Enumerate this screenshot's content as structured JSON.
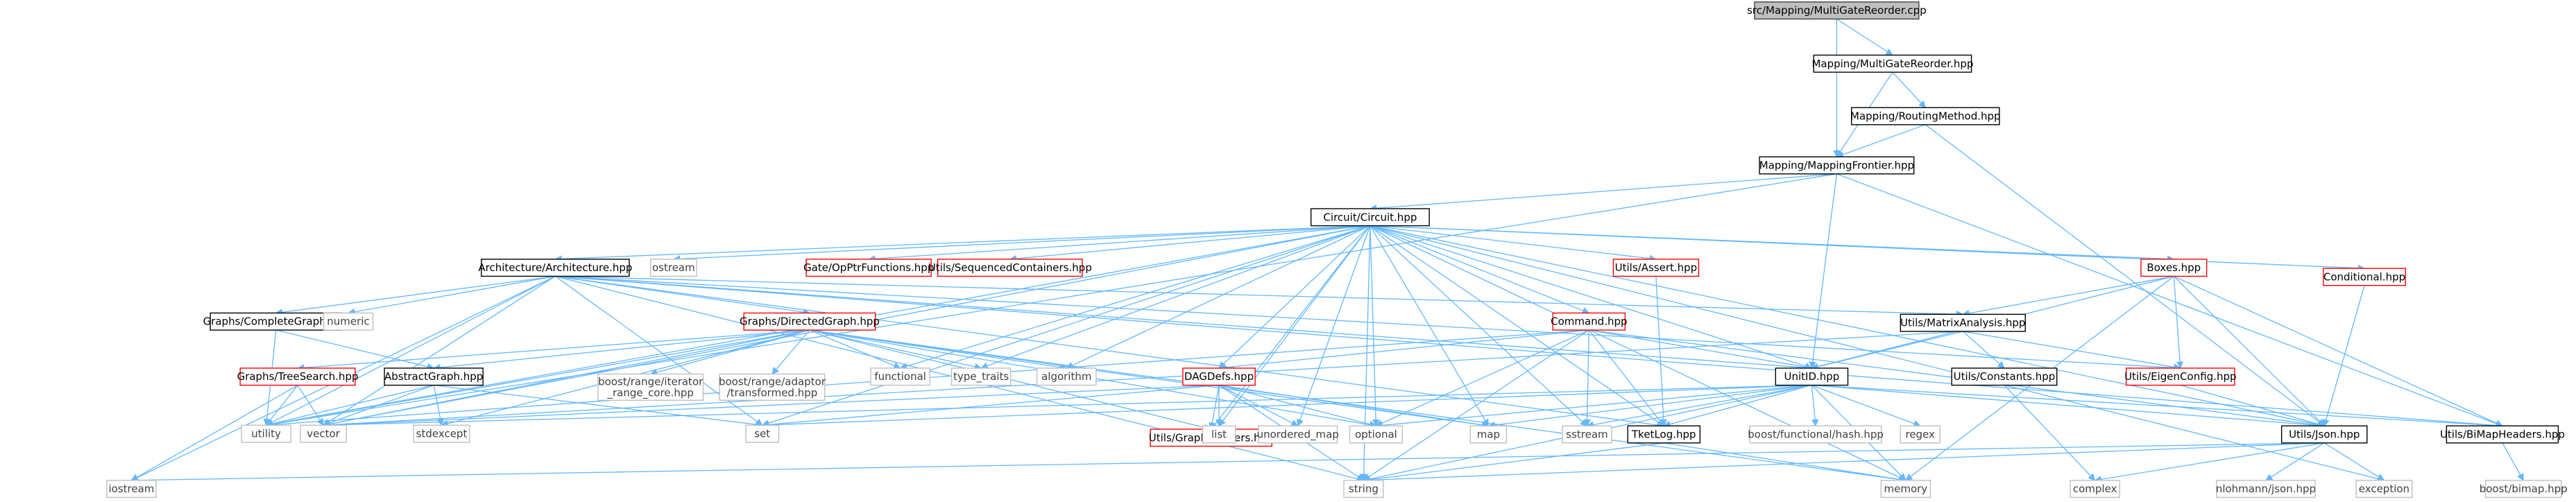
{
  "colors": {
    "edge": "#63b8ff",
    "root_fill": "#bfbfbf",
    "root_border": "#404040",
    "documented_border": "#000000",
    "undocumented_border": "#ff0000",
    "external_border": "#bfbfbf",
    "external_text": "#404040"
  },
  "nodes": [
    {
      "id": "n_root",
      "label": "src/Mapping/MultiGateReorder.cpp",
      "kind": "root"
    },
    {
      "id": "n_mgr",
      "label": "Mapping/MultiGateReorder.hpp",
      "kind": "documented"
    },
    {
      "id": "n_rm",
      "label": "Mapping/RoutingMethod.hpp",
      "kind": "documented"
    },
    {
      "id": "n_mf",
      "label": "Mapping/MappingFrontier.hpp",
      "kind": "documented"
    },
    {
      "id": "n_circ",
      "label": "Circuit/Circuit.hpp",
      "kind": "documented"
    },
    {
      "id": "n_arch",
      "label": "Architecture/Architecture.hpp",
      "kind": "documented"
    },
    {
      "id": "n_ostream",
      "label": "ostream",
      "kind": "external"
    },
    {
      "id": "n_opptr",
      "label": "Gate/OpPtrFunctions.hpp",
      "kind": "undocumented"
    },
    {
      "id": "n_seqc",
      "label": "Utils/SequencedContainers.hpp",
      "kind": "undocumented"
    },
    {
      "id": "n_assert",
      "label": "Utils/Assert.hpp",
      "kind": "undocumented"
    },
    {
      "id": "n_boxes",
      "label": "Boxes.hpp",
      "kind": "undocumented"
    },
    {
      "id": "n_cond",
      "label": "Conditional.hpp",
      "kind": "undocumented"
    },
    {
      "id": "n_cg",
      "label": "Graphs/CompleteGraph.hpp",
      "kind": "documented"
    },
    {
      "id": "n_numeric",
      "label": "numeric",
      "kind": "external"
    },
    {
      "id": "n_dg",
      "label": "Graphs/DirectedGraph.hpp",
      "kind": "undocumented"
    },
    {
      "id": "n_cmd",
      "label": "Command.hpp",
      "kind": "undocumented"
    },
    {
      "id": "n_ma",
      "label": "Utils/MatrixAnalysis.hpp",
      "kind": "documented"
    },
    {
      "id": "n_ts",
      "label": "Graphs/TreeSearch.hpp",
      "kind": "undocumented"
    },
    {
      "id": "n_ag",
      "label": "AbstractGraph.hpp",
      "kind": "documented"
    },
    {
      "id": "n_brirc",
      "label": "boost/range/iterator\n_range_core.hpp",
      "kind": "external"
    },
    {
      "id": "n_bra",
      "label": "boost/range/adaptor\n/transformed.hpp",
      "kind": "external"
    },
    {
      "id": "n_functional",
      "label": "functional",
      "kind": "external"
    },
    {
      "id": "n_tt",
      "label": "type_traits",
      "kind": "external"
    },
    {
      "id": "n_algorithm",
      "label": "algorithm",
      "kind": "external"
    },
    {
      "id": "n_dag",
      "label": "DAGDefs.hpp",
      "kind": "undocumented"
    },
    {
      "id": "n_unitid",
      "label": "UnitID.hpp",
      "kind": "documented"
    },
    {
      "id": "n_const",
      "label": "Utils/Constants.hpp",
      "kind": "documented"
    },
    {
      "id": "n_eigen",
      "label": "Utils/EigenConfig.hpp",
      "kind": "undocumented"
    },
    {
      "id": "n_utility",
      "label": "utility",
      "kind": "external"
    },
    {
      "id": "n_vector",
      "label": "vector",
      "kind": "external"
    },
    {
      "id": "n_stdexcept",
      "label": "stdexcept",
      "kind": "external"
    },
    {
      "id": "n_set",
      "label": "set",
      "kind": "external"
    },
    {
      "id": "n_gh",
      "label": "Utils/GraphHeaders.hpp",
      "kind": "undocumented"
    },
    {
      "id": "n_list",
      "label": "list",
      "kind": "external"
    },
    {
      "id": "n_umap",
      "label": "unordered_map",
      "kind": "external"
    },
    {
      "id": "n_optional",
      "label": "optional",
      "kind": "external"
    },
    {
      "id": "n_map",
      "label": "map",
      "kind": "external"
    },
    {
      "id": "n_sstream",
      "label": "sstream",
      "kind": "external"
    },
    {
      "id": "n_tketlog",
      "label": "TketLog.hpp",
      "kind": "documented"
    },
    {
      "id": "n_bfh",
      "label": "boost/functional/hash.hpp",
      "kind": "external"
    },
    {
      "id": "n_regex",
      "label": "regex",
      "kind": "external"
    },
    {
      "id": "n_json",
      "label": "Utils/Json.hpp",
      "kind": "documented"
    },
    {
      "id": "n_bimaph",
      "label": "Utils/BiMapHeaders.hpp",
      "kind": "documented"
    },
    {
      "id": "n_iostream",
      "label": "iostream",
      "kind": "external"
    },
    {
      "id": "n_string",
      "label": "string",
      "kind": "external"
    },
    {
      "id": "n_memory",
      "label": "memory",
      "kind": "external"
    },
    {
      "id": "n_complex",
      "label": "complex",
      "kind": "external"
    },
    {
      "id": "n_nlohmann",
      "label": "nlohmann/json.hpp",
      "kind": "external"
    },
    {
      "id": "n_exception",
      "label": "exception",
      "kind": "external"
    },
    {
      "id": "n_bbimap",
      "label": "boost/bimap.hpp",
      "kind": "external"
    }
  ],
  "edges": [
    [
      "n_root",
      "n_mgr"
    ],
    [
      "n_root",
      "n_mf"
    ],
    [
      "n_mgr",
      "n_rm"
    ],
    [
      "n_mgr",
      "n_mf"
    ],
    [
      "n_rm",
      "n_mf"
    ],
    [
      "n_rm",
      "n_json"
    ],
    [
      "n_mf",
      "n_circ"
    ],
    [
      "n_mf",
      "n_unitid"
    ],
    [
      "n_mf",
      "n_bimaph"
    ],
    [
      "n_mf",
      "n_utility"
    ],
    [
      "n_circ",
      "n_arch"
    ],
    [
      "n_circ",
      "n_ostream"
    ],
    [
      "n_circ",
      "n_opptr"
    ],
    [
      "n_circ",
      "n_seqc"
    ],
    [
      "n_circ",
      "n_assert"
    ],
    [
      "n_circ",
      "n_boxes"
    ],
    [
      "n_circ",
      "n_cond"
    ],
    [
      "n_circ",
      "n_cmd"
    ],
    [
      "n_circ",
      "n_dag"
    ],
    [
      "n_circ",
      "n_unitid"
    ],
    [
      "n_circ",
      "n_tketlog"
    ],
    [
      "n_circ",
      "n_json"
    ],
    [
      "n_circ",
      "n_functional"
    ],
    [
      "n_circ",
      "n_tt"
    ],
    [
      "n_circ",
      "n_algorithm"
    ],
    [
      "n_circ",
      "n_list"
    ],
    [
      "n_circ",
      "n_umap"
    ],
    [
      "n_circ",
      "n_optional"
    ],
    [
      "n_circ",
      "n_map"
    ],
    [
      "n_circ",
      "n_sstream"
    ],
    [
      "n_circ",
      "n_memory"
    ],
    [
      "n_circ",
      "n_string"
    ],
    [
      "n_circ",
      "n_vector"
    ],
    [
      "n_circ",
      "n_utility"
    ],
    [
      "n_circ",
      "n_gh"
    ],
    [
      "n_circ",
      "n_exception"
    ],
    [
      "n_circ",
      "n_set"
    ],
    [
      "n_arch",
      "n_cg"
    ],
    [
      "n_arch",
      "n_numeric"
    ],
    [
      "n_arch",
      "n_dg"
    ],
    [
      "n_arch",
      "n_ma"
    ],
    [
      "n_arch",
      "n_unitid"
    ],
    [
      "n_arch",
      "n_tketlog"
    ],
    [
      "n_arch",
      "n_eigen"
    ],
    [
      "n_arch",
      "n_iostream"
    ],
    [
      "n_arch",
      "n_vector"
    ],
    [
      "n_arch",
      "n_utility"
    ],
    [
      "n_arch",
      "n_set"
    ],
    [
      "n_arch",
      "n_string"
    ],
    [
      "n_arch",
      "n_bimaph"
    ],
    [
      "n_cg",
      "n_ag"
    ],
    [
      "n_cg",
      "n_utility"
    ],
    [
      "n_dg",
      "n_ts"
    ],
    [
      "n_dg",
      "n_ag"
    ],
    [
      "n_dg",
      "n_brirc"
    ],
    [
      "n_dg",
      "n_bra"
    ],
    [
      "n_dg",
      "n_functional"
    ],
    [
      "n_dg",
      "n_tt"
    ],
    [
      "n_dg",
      "n_algorithm"
    ],
    [
      "n_dg",
      "n_gh"
    ],
    [
      "n_dg",
      "n_optional"
    ],
    [
      "n_dg",
      "n_map"
    ],
    [
      "n_dg",
      "n_memory"
    ],
    [
      "n_dg",
      "n_stdexcept"
    ],
    [
      "n_dg",
      "n_vector"
    ],
    [
      "n_dg",
      "n_utility"
    ],
    [
      "n_ts",
      "n_vector"
    ],
    [
      "n_ts",
      "n_utility"
    ],
    [
      "n_ts",
      "n_iostream"
    ],
    [
      "n_ag",
      "n_set"
    ],
    [
      "n_ag",
      "n_vector"
    ],
    [
      "n_ag",
      "n_stdexcept"
    ],
    [
      "n_ag",
      "n_utility"
    ],
    [
      "n_cmd",
      "n_dag"
    ],
    [
      "n_cmd",
      "n_unitid"
    ],
    [
      "n_cmd",
      "n_tketlog"
    ],
    [
      "n_cmd",
      "n_optional"
    ],
    [
      "n_cmd",
      "n_sstream"
    ],
    [
      "n_cmd",
      "n_string"
    ],
    [
      "n_cmd",
      "n_json"
    ],
    [
      "n_cmd",
      "n_utility"
    ],
    [
      "n_dag",
      "n_gh"
    ],
    [
      "n_dag",
      "n_list"
    ],
    [
      "n_dag",
      "n_umap"
    ],
    [
      "n_dag",
      "n_optional"
    ],
    [
      "n_dag",
      "n_set"
    ],
    [
      "n_dag",
      "n_vector"
    ],
    [
      "n_dag",
      "n_string"
    ],
    [
      "n_dag",
      "n_map"
    ],
    [
      "n_assert",
      "n_tketlog"
    ],
    [
      "n_boxes",
      "n_ma"
    ],
    [
      "n_boxes",
      "n_eigen"
    ],
    [
      "n_boxes",
      "n_json"
    ],
    [
      "n_boxes",
      "n_unitid"
    ],
    [
      "n_boxes",
      "n_bimaph"
    ],
    [
      "n_boxes",
      "n_memory"
    ],
    [
      "n_cond",
      "n_json"
    ],
    [
      "n_ma",
      "n_const"
    ],
    [
      "n_ma",
      "n_eigen"
    ],
    [
      "n_ma",
      "n_unitid"
    ],
    [
      "n_ma",
      "n_vector"
    ],
    [
      "n_eigen",
      "n_json"
    ],
    [
      "n_const",
      "n_complex"
    ],
    [
      "n_unitid",
      "n_tketlog"
    ],
    [
      "n_unitid",
      "n_bfh"
    ],
    [
      "n_unitid",
      "n_regex"
    ],
    [
      "n_unitid",
      "n_json"
    ],
    [
      "n_unitid",
      "n_bimaph"
    ],
    [
      "n_unitid",
      "n_memory"
    ],
    [
      "n_unitid",
      "n_string"
    ],
    [
      "n_unitid",
      "n_map"
    ],
    [
      "n_unitid",
      "n_optional"
    ],
    [
      "n_unitid",
      "n_sstream"
    ],
    [
      "n_unitid",
      "n_set"
    ],
    [
      "n_unitid",
      "n_vector"
    ],
    [
      "n_tketlog",
      "n_memory"
    ],
    [
      "n_tketlog",
      "n_string"
    ],
    [
      "n_json",
      "n_complex"
    ],
    [
      "n_json",
      "n_nlohmann"
    ],
    [
      "n_json",
      "n_exception"
    ],
    [
      "n_json",
      "n_iostream"
    ],
    [
      "n_json",
      "n_string"
    ],
    [
      "n_bimaph",
      "n_bbimap"
    ]
  ]
}
